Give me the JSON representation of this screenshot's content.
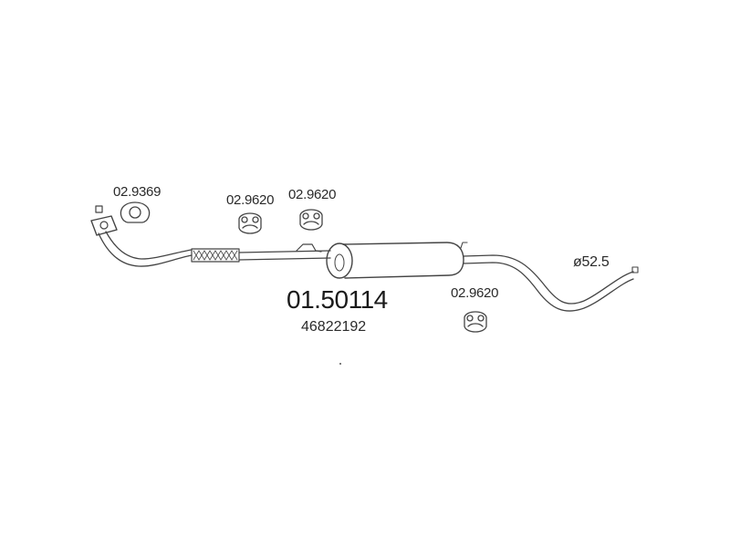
{
  "main_part": {
    "code": "01.50114",
    "oem": "46822192"
  },
  "parts": [
    {
      "code": "02.9369",
      "kind": "gasket"
    },
    {
      "code": "02.9620",
      "kind": "rubber-mount"
    },
    {
      "code": "02.9620",
      "kind": "rubber-mount"
    },
    {
      "code": "02.9620",
      "kind": "rubber-mount"
    }
  ],
  "outlet_diameter": "ø52.5"
}
